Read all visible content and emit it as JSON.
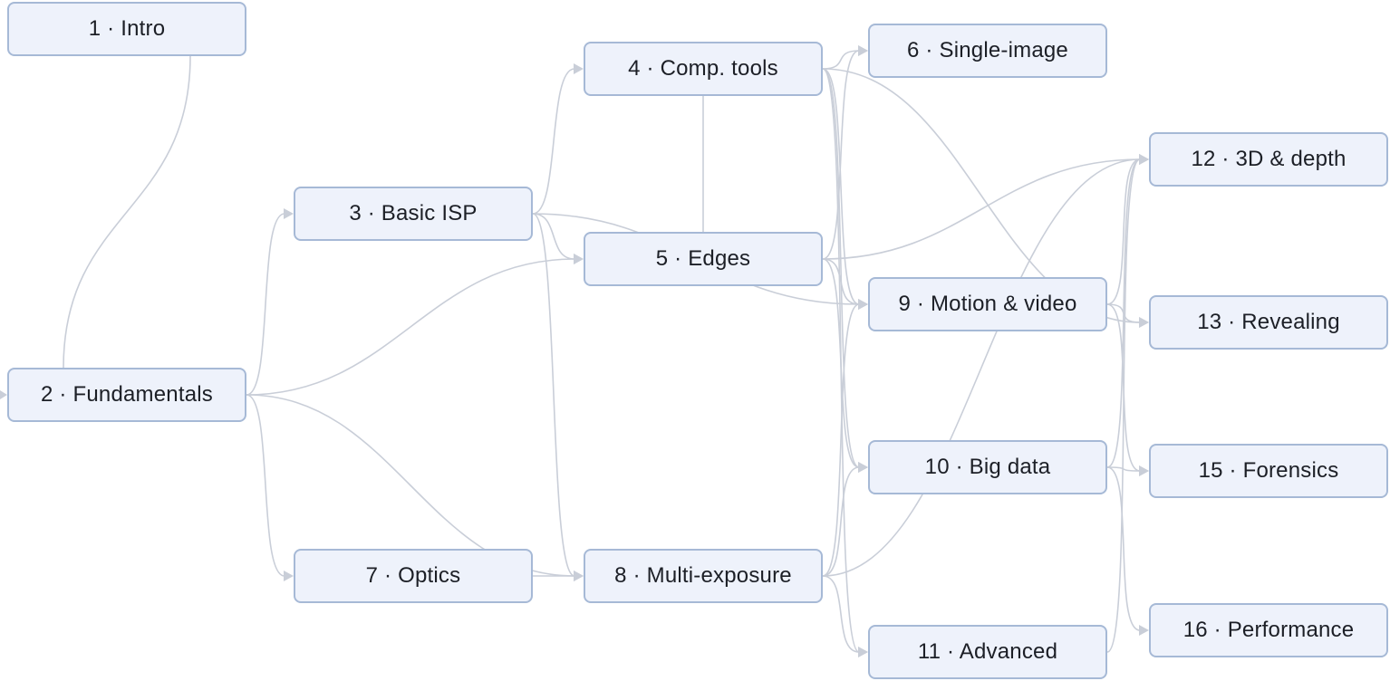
{
  "diagram": {
    "nodes": [
      {
        "id": "n1",
        "label": "1 · Intro"
      },
      {
        "id": "n2",
        "label": "2 · Fundamentals"
      },
      {
        "id": "n3",
        "label": "3 · Basic ISP"
      },
      {
        "id": "n4",
        "label": "4 · Comp. tools"
      },
      {
        "id": "n5",
        "label": "5 · Edges"
      },
      {
        "id": "n6",
        "label": "6 · Single-image"
      },
      {
        "id": "n7",
        "label": "7 · Optics"
      },
      {
        "id": "n8",
        "label": "8 · Multi-exposure"
      },
      {
        "id": "n9",
        "label": "9 · Motion & video"
      },
      {
        "id": "n10",
        "label": "10 · Big data"
      },
      {
        "id": "n11",
        "label": "11 · Advanced"
      },
      {
        "id": "n12",
        "label": "12 · 3D & depth"
      },
      {
        "id": "n13",
        "label": "13 · Revealing"
      },
      {
        "id": "n15",
        "label": "15 · Forensics"
      },
      {
        "id": "n16",
        "label": "16 · Performance"
      }
    ],
    "edges": [
      {
        "from": "n1",
        "to": "n2"
      },
      {
        "from": "n2",
        "to": "n3"
      },
      {
        "from": "n2",
        "to": "n5"
      },
      {
        "from": "n2",
        "to": "n7"
      },
      {
        "from": "n2",
        "to": "n8"
      },
      {
        "from": "n3",
        "to": "n4"
      },
      {
        "from": "n3",
        "to": "n5"
      },
      {
        "from": "n3",
        "to": "n8"
      },
      {
        "from": "n3",
        "to": "n9"
      },
      {
        "from": "n4",
        "to": "n5"
      },
      {
        "from": "n4",
        "to": "n6"
      },
      {
        "from": "n4",
        "to": "n9"
      },
      {
        "from": "n4",
        "to": "n10"
      },
      {
        "from": "n4",
        "to": "n11"
      },
      {
        "from": "n4",
        "to": "n13"
      },
      {
        "from": "n5",
        "to": "n6"
      },
      {
        "from": "n5",
        "to": "n9"
      },
      {
        "from": "n5",
        "to": "n10"
      },
      {
        "from": "n5",
        "to": "n12"
      },
      {
        "from": "n7",
        "to": "n8"
      },
      {
        "from": "n8",
        "to": "n9"
      },
      {
        "from": "n8",
        "to": "n10"
      },
      {
        "from": "n8",
        "to": "n11"
      },
      {
        "from": "n8",
        "to": "n12"
      },
      {
        "from": "n9",
        "to": "n12"
      },
      {
        "from": "n9",
        "to": "n13"
      },
      {
        "from": "n9",
        "to": "n15"
      },
      {
        "from": "n10",
        "to": "n12"
      },
      {
        "from": "n10",
        "to": "n15"
      },
      {
        "from": "n10",
        "to": "n16"
      },
      {
        "from": "n11",
        "to": "n12"
      }
    ]
  }
}
